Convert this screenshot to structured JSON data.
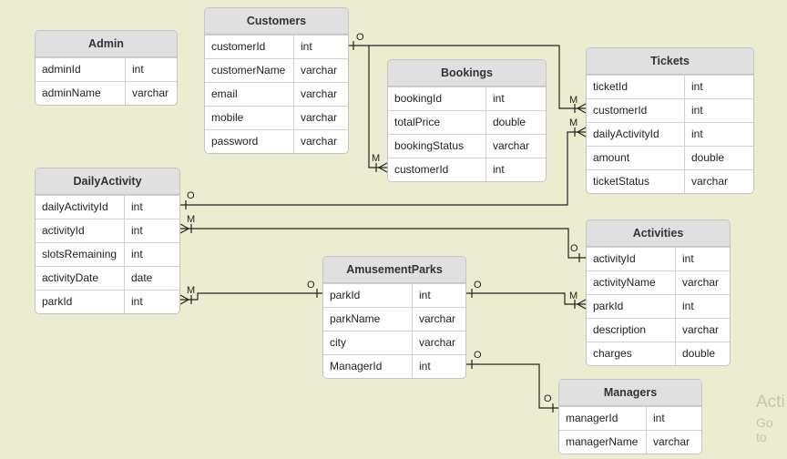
{
  "entities": [
    {
      "id": "admin",
      "name": "Admin",
      "fields": [
        [
          "adminId",
          "int"
        ],
        [
          "adminName",
          "varchar"
        ]
      ]
    },
    {
      "id": "customers",
      "name": "Customers",
      "fields": [
        [
          "customerId",
          "int"
        ],
        [
          "customerName",
          "varchar"
        ],
        [
          "email",
          "varchar"
        ],
        [
          "mobile",
          "varchar"
        ],
        [
          "password",
          "varchar"
        ]
      ]
    },
    {
      "id": "bookings",
      "name": "Bookings",
      "fields": [
        [
          "bookingId",
          "int"
        ],
        [
          "totalPrice",
          "double"
        ],
        [
          "bookingStatus",
          "varchar"
        ],
        [
          "customerId",
          "int"
        ]
      ]
    },
    {
      "id": "tickets",
      "name": "Tickets",
      "fields": [
        [
          "ticketId",
          "int"
        ],
        [
          "customerId",
          "int"
        ],
        [
          "dailyActivityId",
          "int"
        ],
        [
          "amount",
          "double"
        ],
        [
          "ticketStatus",
          "varchar"
        ]
      ]
    },
    {
      "id": "dailyactivity",
      "name": "DailyActivity",
      "fields": [
        [
          "dailyActivityId",
          "int"
        ],
        [
          "activityId",
          "int"
        ],
        [
          "slotsRemaining",
          "int"
        ],
        [
          "activityDate",
          "date"
        ],
        [
          "parkId",
          "int"
        ]
      ]
    },
    {
      "id": "activities",
      "name": "Activities",
      "fields": [
        [
          "activityId",
          "int"
        ],
        [
          "activityName",
          "varchar"
        ],
        [
          "parkId",
          "int"
        ],
        [
          "description",
          "varchar"
        ],
        [
          "charges",
          "double"
        ]
      ]
    },
    {
      "id": "amusementparks",
      "name": "AmusementParks",
      "fields": [
        [
          "parkId",
          "int"
        ],
        [
          "parkName",
          "varchar"
        ],
        [
          "city",
          "varchar"
        ],
        [
          "ManagerId",
          "int"
        ]
      ]
    },
    {
      "id": "managers",
      "name": "Managers",
      "fields": [
        [
          "managerId",
          "int"
        ],
        [
          "managerName",
          "varchar"
        ]
      ]
    }
  ],
  "relationships": [
    {
      "from": "customers.customerId",
      "from_card": "O",
      "to": "bookings.customerId",
      "to_card": "M"
    },
    {
      "from": "customers.customerId",
      "from_card": "O",
      "to": "tickets.customerId",
      "to_card": "M"
    },
    {
      "from": "dailyactivity.dailyActivityId",
      "from_card": "O",
      "to": "tickets.dailyActivityId",
      "to_card": "M"
    },
    {
      "from": "activities.activityId",
      "from_card": "O",
      "to": "dailyactivity.activityId",
      "to_card": "M"
    },
    {
      "from": "amusementparks.parkId",
      "from_card": "O",
      "to": "dailyactivity.parkId",
      "to_card": "M"
    },
    {
      "from": "amusementparks.parkId",
      "from_card": "O",
      "to": "activities.parkId",
      "to_card": "M"
    },
    {
      "from": "amusementparks.ManagerId",
      "from_card": "O",
      "to": "managers.managerId",
      "to_card": "O"
    }
  ],
  "watermark": {
    "line1": "Acti",
    "line2": "Go to"
  },
  "colors": {
    "background": "#ecedd0",
    "header": "#e0e0e0",
    "line": "#222222"
  }
}
